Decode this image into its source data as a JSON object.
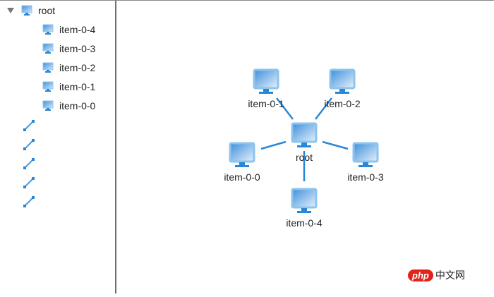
{
  "tree": {
    "root": {
      "label": "root",
      "icon": "monitor-icon",
      "expanded": true
    },
    "children": [
      {
        "label": "item-0-4",
        "icon": "monitor-icon"
      },
      {
        "label": "item-0-3",
        "icon": "monitor-icon"
      },
      {
        "label": "item-0-2",
        "icon": "monitor-icon"
      },
      {
        "label": "item-0-1",
        "icon": "monitor-icon"
      },
      {
        "label": "item-0-0",
        "icon": "monitor-icon"
      }
    ],
    "links": [
      {
        "icon": "link-icon"
      },
      {
        "icon": "link-icon"
      },
      {
        "icon": "link-icon"
      },
      {
        "icon": "link-icon"
      },
      {
        "icon": "link-icon"
      }
    ]
  },
  "graph": {
    "nodes": [
      {
        "id": "root",
        "label": "root"
      },
      {
        "id": "item-0-0",
        "label": "item-0-0"
      },
      {
        "id": "item-0-1",
        "label": "item-0-1"
      },
      {
        "id": "item-0-2",
        "label": "item-0-2"
      },
      {
        "id": "item-0-3",
        "label": "item-0-3"
      },
      {
        "id": "item-0-4",
        "label": "item-0-4"
      }
    ],
    "edges": [
      {
        "from": "root",
        "to": "item-0-0"
      },
      {
        "from": "root",
        "to": "item-0-1"
      },
      {
        "from": "root",
        "to": "item-0-2"
      },
      {
        "from": "root",
        "to": "item-0-3"
      },
      {
        "from": "root",
        "to": "item-0-4"
      }
    ],
    "colors": {
      "edge": "#2a86d6",
      "node_frame": "#8cc4ee",
      "node_fill_dark": "#3d8fdc",
      "node_fill_light": "#e6f1fb",
      "stand": "#2a86d6"
    }
  },
  "watermark": {
    "logo": "php",
    "text": "中文网"
  }
}
